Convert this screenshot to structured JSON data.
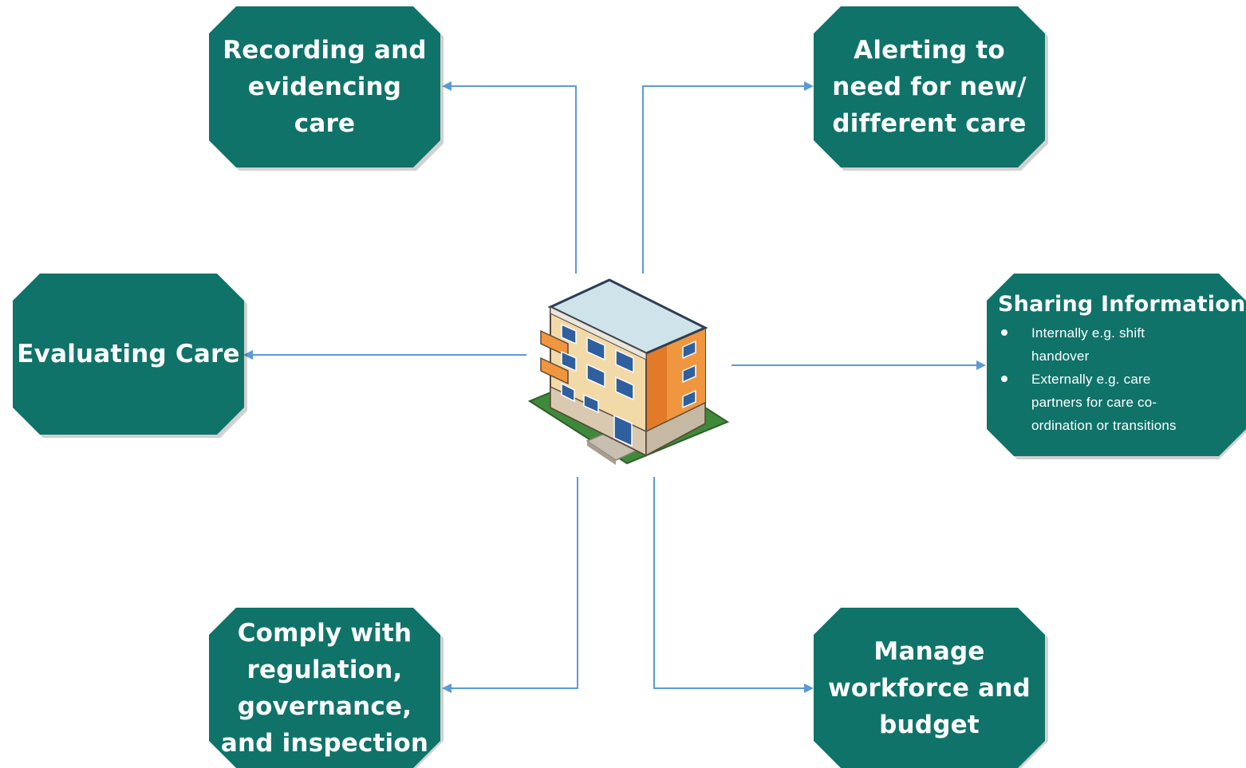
{
  "nodes": {
    "recording": "Recording and evidencing care",
    "alerting": "Alerting to need for new/ different care",
    "evaluating": "Evaluating Care",
    "sharing": {
      "title": "Sharing Information",
      "bullets": [
        "Internally e.g. shift handover",
        "Externally e.g. care partners for care co-ordination or transitions"
      ]
    },
    "comply": "Comply with regulation, governance, and inspection",
    "manage": "Manage workforce and budget"
  },
  "center_icon": "care-home-building-icon",
  "colors": {
    "box_fill": "#0f7369",
    "box_text": "#ffffff",
    "connector": "#5b9bd5"
  }
}
